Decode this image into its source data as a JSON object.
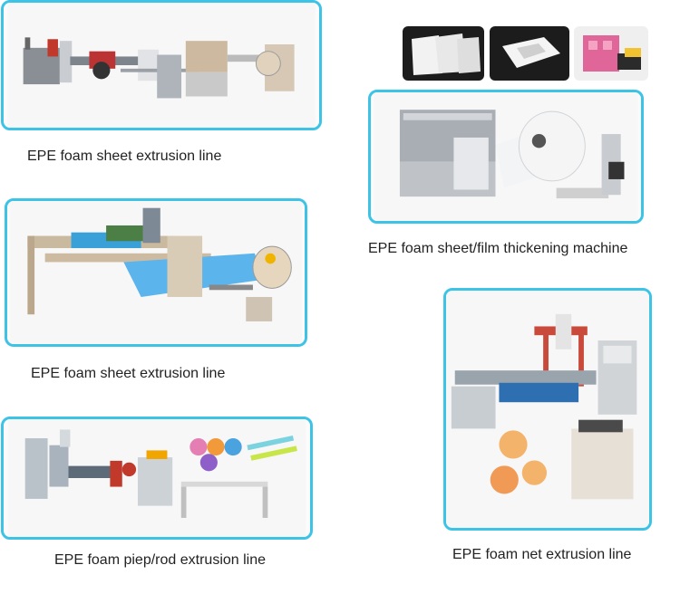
{
  "colors": {
    "frame_border": "#3cc3e6",
    "caption_text": "#222222"
  },
  "products": [
    {
      "caption": "EPE foam sheet extrusion line"
    },
    {
      "caption": "EPE foam sheet extrusion line"
    },
    {
      "caption": "EPE foam piep/rod extrusion line"
    },
    {
      "caption": "EPE foam sheet/film thickening machine"
    },
    {
      "caption": "EPE foam net extrusion line"
    }
  ],
  "sample_thumbnails": [
    "white-foam-blocks",
    "foam-packaging-insert",
    "pink-foam-tray"
  ]
}
